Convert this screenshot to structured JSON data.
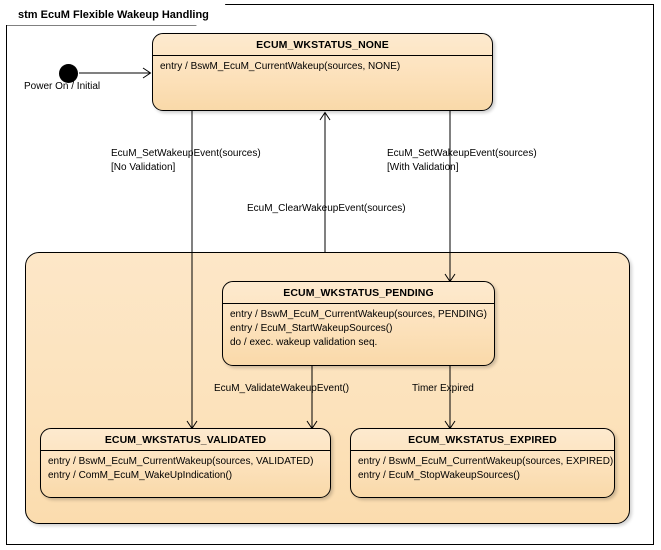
{
  "frame": {
    "title": "stm EcuM Flexible Wakeup Handling"
  },
  "initial": {
    "label": "Power On / Initial",
    "node_name": "initial-pseudostate"
  },
  "states": {
    "none": {
      "title": "ECUM_WKSTATUS_NONE",
      "lines": [
        "entry / BswM_EcuM_CurrentWakeup(sources, NONE)"
      ]
    },
    "pending": {
      "title": "ECUM_WKSTATUS_PENDING",
      "lines": [
        "entry / BswM_EcuM_CurrentWakeup(sources, PENDING)",
        "entry / EcuM_StartWakeupSources()",
        "do / exec. wakeup validation seq."
      ]
    },
    "validated": {
      "title": "ECUM_WKSTATUS_VALIDATED",
      "lines": [
        "entry / BswM_EcuM_CurrentWakeup(sources, VALIDATED)",
        "entry / ComM_EcuM_WakeUpIndication()"
      ]
    },
    "expired": {
      "title": "ECUM_WKSTATUS_EXPIRED",
      "lines": [
        "entry / BswM_EcuM_CurrentWakeup(sources, EXPIRED)",
        "entry / EcuM_StopWakeupSources()"
      ]
    }
  },
  "transitions": {
    "no_validation": {
      "event": "EcuM_SetWakeupEvent(sources)",
      "guard": "[No Validation]"
    },
    "with_validation": {
      "event": "EcuM_SetWakeupEvent(sources)",
      "guard": "[With Validation]"
    },
    "clear": {
      "event": "EcuM_ClearWakeupEvent(sources)"
    },
    "validate": {
      "event": "EcuM_ValidateWakeupEvent()"
    },
    "timer_expired": {
      "event": "Timer Expired"
    }
  },
  "colors": {
    "state_fill_top": "#fdeacf",
    "state_fill_bottom": "#f9d9a9",
    "region_fill": "#fce2bb",
    "stroke": "#000000",
    "background": "#ffffff"
  }
}
